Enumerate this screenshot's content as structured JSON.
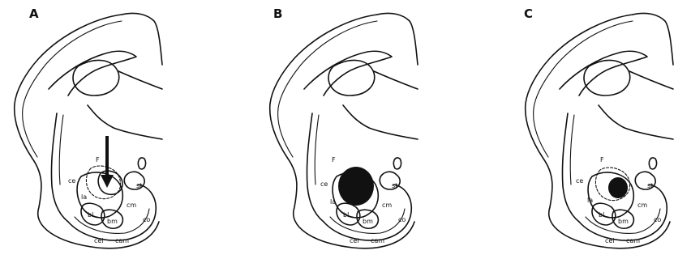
{
  "panels": [
    {
      "letter": "A",
      "labels": {
        "f": "F",
        "st": "st",
        "ce": "ce",
        "bl": "bl",
        "bm": "bm",
        "la": "la",
        "cm": "cm",
        "co": "co",
        "cel": "cel",
        "cam": "cam"
      }
    },
    {
      "letter": "B",
      "labels": {
        "f": "F",
        "st": "st",
        "ce": "ce",
        "bl": "bl",
        "bm": "bm",
        "la": "la",
        "cm": "cm",
        "co": "co",
        "cel": "cel",
        "cam": "cam"
      }
    },
    {
      "letter": "C",
      "labels": {
        "f": "F",
        "st": "st",
        "ce": "ce",
        "bl": "bl",
        "bm": "bm",
        "la": "la",
        "cm": "cm",
        "co": "co",
        "cel": "cel",
        "cam": "cam"
      }
    }
  ],
  "colors": {
    "ink": "#111111",
    "background": "#ffffff"
  },
  "marks": {
    "panel_a": "arrow",
    "panel_b": "large-lesion",
    "panel_c": "small-lesion"
  }
}
